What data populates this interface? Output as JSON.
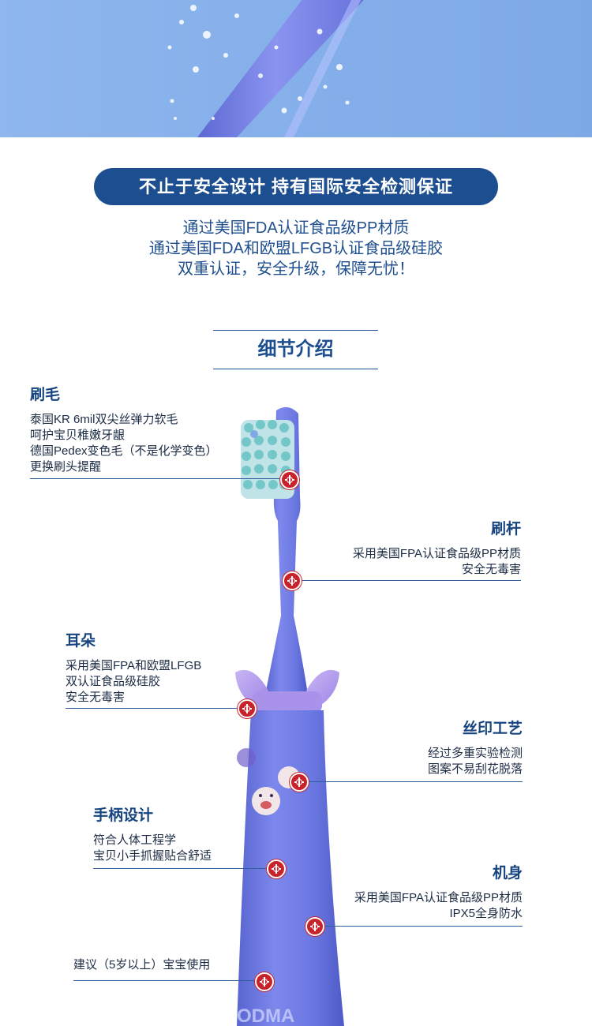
{
  "banner": {
    "text": "不止于安全设计  持有国际安全检测保证"
  },
  "intro": {
    "line1": "通过美国FDA认证食品级PP材质",
    "line2": "通过美国FDA和欧盟LFGB认证食品级硅胶",
    "line3": "双重认证，安全升级，保障无忧！"
  },
  "section_title": "细节介绍",
  "callouts": {
    "bristles": {
      "title": "刷毛",
      "lines": [
        "泰国KR 6mil双尖丝弹力软毛",
        "呵护宝贝稚嫩牙龈",
        "德国Pedex变色毛（不是化学变色）",
        "更换刷头提醒"
      ]
    },
    "shaft": {
      "title": "刷杆",
      "lines": [
        "采用美国FPA认证食品级PP材质",
        "安全无毒害"
      ]
    },
    "ears": {
      "title": "耳朵",
      "lines": [
        "采用美国FPA和欧盟LFGB",
        "双认证食品级硅胶",
        "安全无毒害"
      ]
    },
    "print": {
      "title": "丝印工艺",
      "lines": [
        "经过多重实验检测",
        "图案不易刮花脱落"
      ]
    },
    "handle": {
      "title": "手柄设计",
      "lines": [
        "符合人体工程学",
        "宝贝小手抓握贴合舒适"
      ]
    },
    "body": {
      "title": "机身",
      "lines": [
        "采用美国FPA认证食品级PP材质",
        "IPX5全身防水"
      ]
    },
    "age": {
      "lines": [
        "建议（5岁以上）宝宝使用"
      ]
    }
  },
  "colors": {
    "brand_blue": "#1d4f90",
    "toothbrush": "#6f7fe0",
    "marker_red": "#c8222a"
  }
}
